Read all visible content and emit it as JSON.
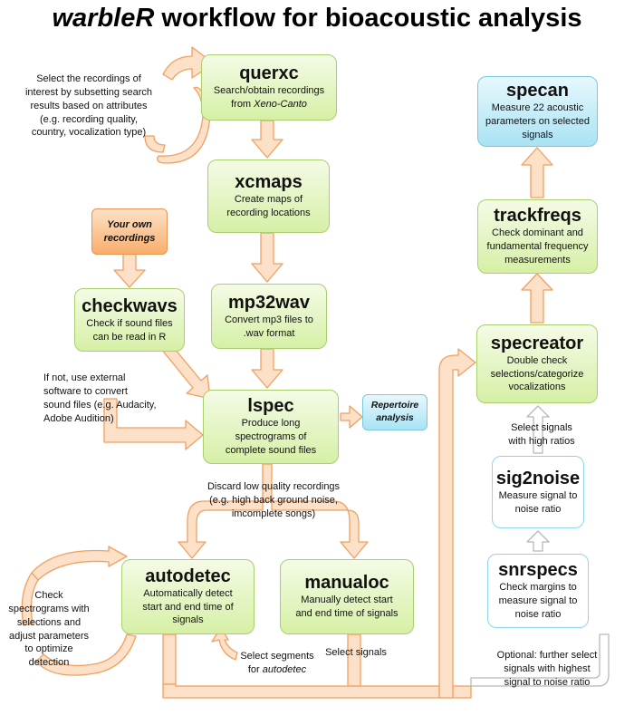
{
  "title": {
    "main": "warbleR",
    "rest": " workflow for bioacoustic analysis"
  },
  "boxes": {
    "querxc": {
      "name": "querxc",
      "desc1": "Search/obtain recordings",
      "desc2_pre": "from ",
      "desc2_it": "Xeno-Canto"
    },
    "xcmaps": {
      "name": "xcmaps",
      "desc1": "Create maps of",
      "desc2": "recording locations"
    },
    "mp32wav": {
      "name": "mp32wav",
      "desc1": "Convert mp3 files to",
      "desc2": ".wav format"
    },
    "own": {
      "line1": "Your own",
      "line2": "recordings"
    },
    "checkwavs": {
      "name": "checkwavs",
      "desc1": "Check if sound files",
      "desc2": "can be read in R"
    },
    "lspec": {
      "name": "lspec",
      "desc1": "Produce long",
      "desc2": "spectrograms of",
      "desc3": "complete sound files"
    },
    "repertoire": {
      "line1": "Repertoire",
      "line2": "analysis"
    },
    "autodetec": {
      "name": "autodetec",
      "desc1": "Automatically detect",
      "desc2": "start and end time of",
      "desc3": "signals"
    },
    "manualoc": {
      "name": "manualoc",
      "desc1": "Manually detect start",
      "desc2": "and end time of signals"
    },
    "specan": {
      "name": "specan",
      "desc1": "Measure 22 acoustic",
      "desc2": "parameters on selected",
      "desc3": "signals"
    },
    "trackfreqs": {
      "name": "trackfreqs",
      "desc1": "Check dominant and",
      "desc2": "fundamental frequency",
      "desc3": "measurements"
    },
    "specreator": {
      "name": "specreator",
      "desc1": "Double check",
      "desc2": "selections/categorize",
      "desc3": "vocalizations"
    },
    "sig2noise": {
      "name": "sig2noise",
      "desc1": "Measure signal to",
      "desc2": "noise ratio"
    },
    "snrspecs": {
      "name": "snrspecs",
      "desc1": "Check margins to",
      "desc2": "measure signal to",
      "desc3": "noise ratio"
    }
  },
  "notes": {
    "select_recordings": [
      "Select the recordings of",
      "interest by subsetting  search",
      "results  based  on attributes",
      "(e.g. recording quality,",
      "country,  vocalization type)"
    ],
    "external_software": [
      "If not, use external",
      "software to convert",
      "sound files (e.g. Audacity,",
      "Adobe Audition)"
    ],
    "discard": [
      "Discard low quality recordings",
      "(e.g. high back ground noise,",
      "imcomplete songs)"
    ],
    "check_spectrograms": [
      "Check",
      "spectrograms with",
      "selections and",
      "adjust parameters",
      "to optimize",
      "detection"
    ],
    "select_segments": {
      "line1": "Select segments",
      "line2_pre": "for ",
      "line2_it": "autodetec"
    },
    "select_signals": "Select  signals",
    "high_ratios": [
      "Select signals",
      "with high ratios"
    ],
    "optional": [
      "Optional: further select",
      "signals with highest",
      "signal to noise ratio"
    ]
  },
  "colors": {
    "green": "#d6f0a6",
    "blue": "#a9e3f4",
    "orange_arrow": "#fde0c8",
    "orange_stroke": "#f0a060",
    "gray_arrow": "#b8b8b8"
  }
}
